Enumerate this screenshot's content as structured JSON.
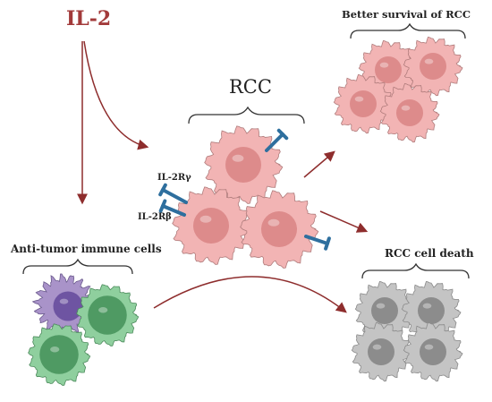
{
  "labels": {
    "il2": "IL-2",
    "rcc": "RCC",
    "better_survival": "Better survival of RCC",
    "anti_tumor": "Anti-tumor immune cells",
    "rcc_death": "RCC cell death",
    "il2r_gamma": "IL-2Rγ",
    "il2r_beta": "IL-2Rβ"
  },
  "colors": {
    "il2_text": "#a23a3a",
    "arrow": "#8e2d2d",
    "rcc_cell": "#f2b4b4",
    "rcc_nucleus": "#dd8b8b",
    "dead_cell": "#c4c4c4",
    "dead_nucleus": "#8c8c8c",
    "immune_green": "#8fcf9e",
    "immune_green_nucleus": "#4f9a63",
    "immune_purple": "#a993c9",
    "immune_purple_nucleus": "#6e54a2",
    "receptor": "#2e6f9e"
  }
}
